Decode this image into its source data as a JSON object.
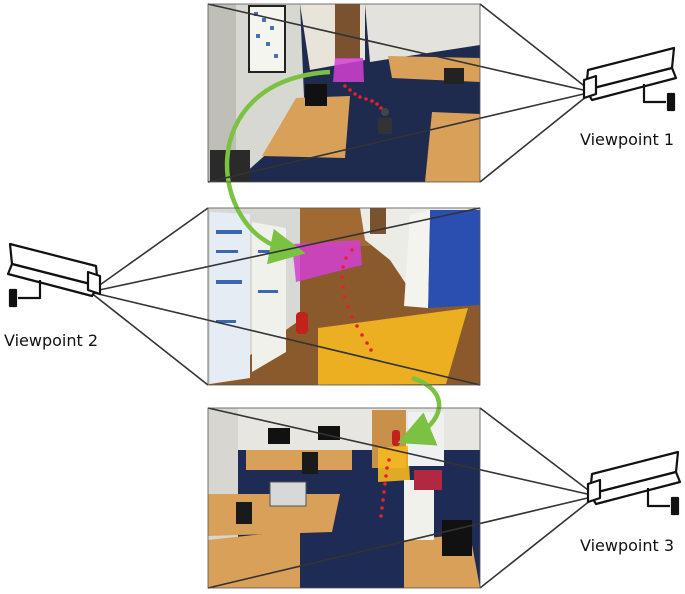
{
  "viewpoints": [
    {
      "label": "Viewpoint 1",
      "icon": "security-camera-icon"
    },
    {
      "label": "Viewpoint 2",
      "icon": "security-camera-icon"
    },
    {
      "label": "Viewpoint 3",
      "icon": "security-camera-icon"
    }
  ],
  "colors": {
    "frustum_lines": "#333333",
    "transition_arrow": "#7cc242",
    "trajectory_dots": "#e8202a",
    "region_entry": "#d43fd2",
    "region_exit": "#f5b820",
    "floor_carpet": "#1e2c55",
    "floor_wood": "#8a5a2c",
    "desk_wood": "#d9a05a"
  }
}
